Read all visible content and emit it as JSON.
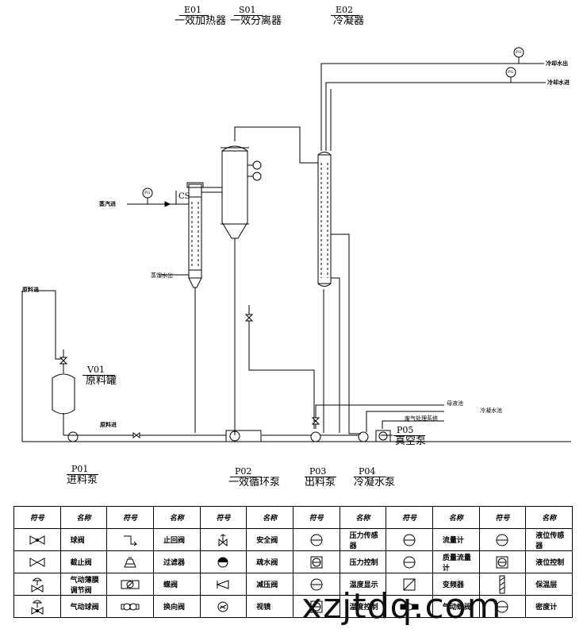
{
  "equipment": {
    "e01": {
      "code": "E01",
      "name": "一效加热器"
    },
    "s01": {
      "code": "S01",
      "name": "一效分离器"
    },
    "e02": {
      "code": "E02",
      "name": "冷凝器"
    },
    "v01": {
      "code": "V01",
      "name": "原料罐"
    },
    "p01": {
      "code": "P01",
      "name": "进料泵"
    },
    "p02": {
      "code": "P02",
      "name": "一效循环泵"
    },
    "p03": {
      "code": "P03",
      "name": "出料泵"
    },
    "p04": {
      "code": "P04",
      "name": "冷凝水泵"
    },
    "p05": {
      "code": "P05",
      "name": "真空泵"
    }
  },
  "streams": {
    "cooling_out": "冷却水出",
    "cooling_in": "冷却水进",
    "steam_in": "蒸汽进",
    "condensate_out": "蒸馏水出",
    "feed_in_top": "原料进",
    "feed_in_mid": "原料进",
    "mother_pool": "母液池",
    "condensate_pool": "冷凝水池",
    "exhaust": "废气处理系统"
  },
  "instruments": {
    "pg": "PG",
    "cs": "CS"
  },
  "legend": {
    "header": {
      "symbol": "符号",
      "name": "名称"
    },
    "rows": [
      [
        "球阀",
        "止回阀",
        "安全阀",
        "压力传感器",
        "流量计",
        "液位传感器"
      ],
      [
        "截止阀",
        "过滤器",
        "疏水阀",
        "压力控制",
        "质量流量计",
        "液位控制"
      ],
      [
        "气动薄膜调节阀",
        "蝶阀",
        "减压阀",
        "温度显示",
        "变频器",
        "保温层"
      ],
      [
        "气动球阀",
        "换向阀",
        "视镜",
        "温度控制",
        "气动蝶阀",
        "密度计"
      ]
    ],
    "icons": [
      [
        "ball-valve-icon",
        "check-valve-icon",
        "safety-valve-icon",
        "pressure-sensor-icon",
        "flow-meter-icon",
        "level-sensor-icon"
      ],
      [
        "globe-valve-icon",
        "filter-icon",
        "steam-trap-icon",
        "pressure-control-icon",
        "mass-flow-meter-icon",
        "level-control-icon"
      ],
      [
        "pneumatic-diaphragm-valve-icon",
        "butterfly-valve-icon",
        "pressure-reducing-valve-icon",
        "temperature-display-icon",
        "frequency-converter-icon",
        "insulation-icon"
      ],
      [
        "pneumatic-ball-valve-icon",
        "diverter-valve-icon",
        "sight-glass-icon",
        "temperature-control-icon",
        "pneumatic-butterfly-valve-icon",
        "density-meter-icon"
      ]
    ]
  },
  "watermark": "xzjtdq.com"
}
